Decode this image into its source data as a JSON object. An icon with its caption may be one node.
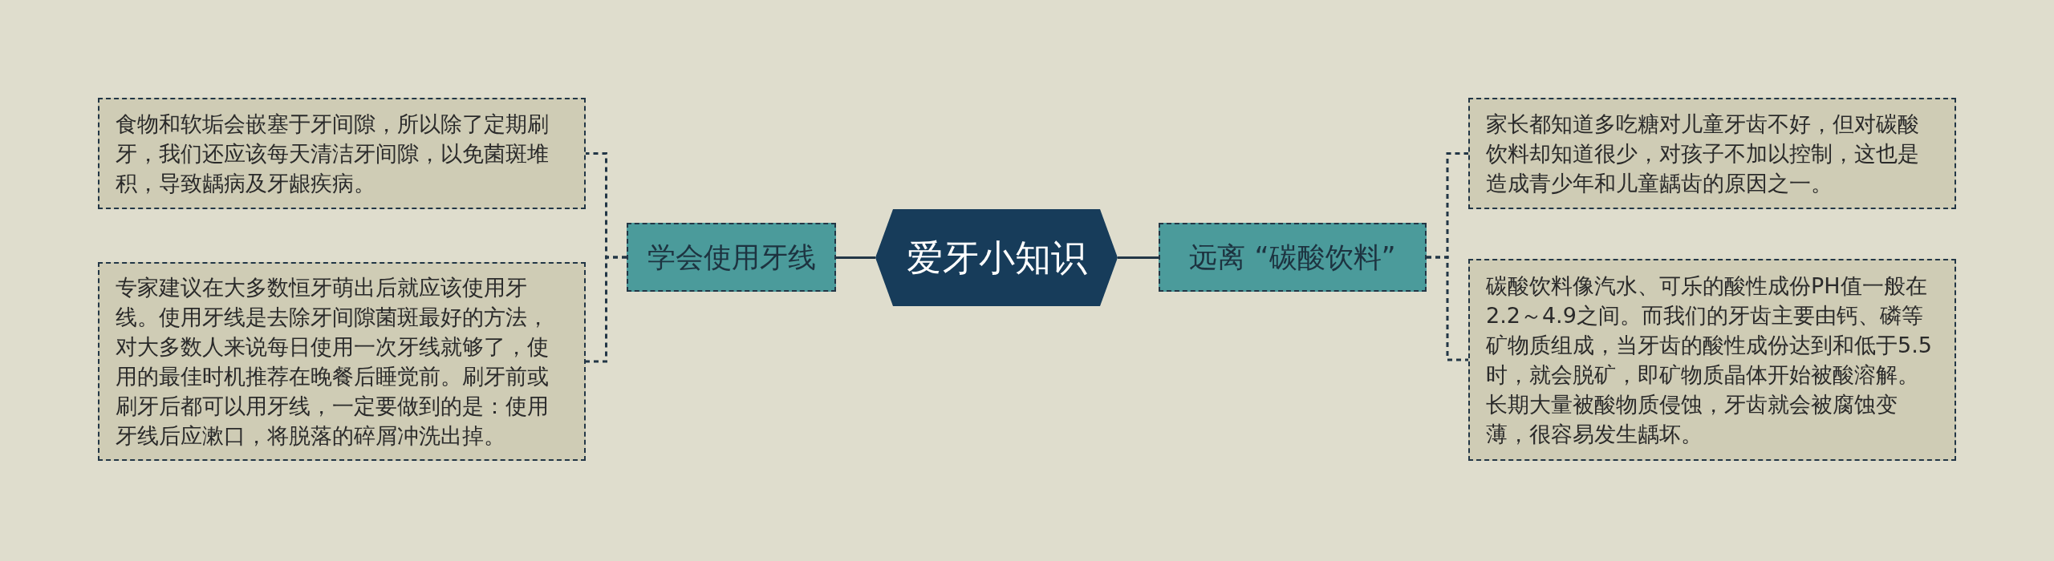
{
  "diagram": {
    "nodes": [
      {
        "text": [
          "爱牙小知识"
        ]
      },
      {
        "text": [
          "学会使用牙线"
        ]
      },
      {
        "text": [
          "远离 “碳酸饮料”"
        ]
      },
      {
        "text": [
          "食物和软垢会嵌塞于牙间隙，所以除了定期刷牙，我们还应该每天清洁牙间隙，以免菌斑堆积，导致龋病及牙龈疾病。"
        ]
      },
      {
        "text": [
          "专家建议在大多数恒牙萌出后就应该使用牙线。使用牙线是去除牙间隙菌斑最好的方法，对大多数人来说每日使用一次牙线就够了，使用的最佳时机推荐在晚餐后睡觉前。刷牙前或刷牙后都可以用牙线，一定要做到的是：使用牙线后应漱口，将脱落的碎屑冲洗出掉。"
        ]
      },
      {
        "text": [
          "家长都知道多吃糖对儿童牙齿不好，但对碳酸饮料却知道很少，对孩子不加以控制，这也是造成青少年和儿童龋齿的原因之一。"
        ]
      },
      {
        "text": [
          "碳酸饮料像汽水、可乐的酸性成份PH值一般在2.2～4.9之间。而我们的牙齿主要由钙、磷等矿物质组成，当牙齿的酸性成份达到和低于5.5时，就会脱矿，即矿物质晶体开始被酸溶解。长期大量被酸物质侵蚀，牙齿就会被腐蚀变薄，很容易发生龋坏。"
        ]
      }
    ],
    "edges": [
      {
        "from": 0,
        "to": 1,
        "arrow": "none"
      },
      {
        "from": 0,
        "to": 2,
        "arrow": "none"
      },
      {
        "from": 1,
        "to": 3,
        "arrow": "none",
        "style": "dashed"
      },
      {
        "from": 1,
        "to": 4,
        "arrow": "none",
        "style": "dashed"
      },
      {
        "from": 2,
        "to": 5,
        "arrow": "none",
        "style": "dashed"
      },
      {
        "from": 2,
        "to": 6,
        "arrow": "none",
        "style": "dashed"
      }
    ]
  }
}
